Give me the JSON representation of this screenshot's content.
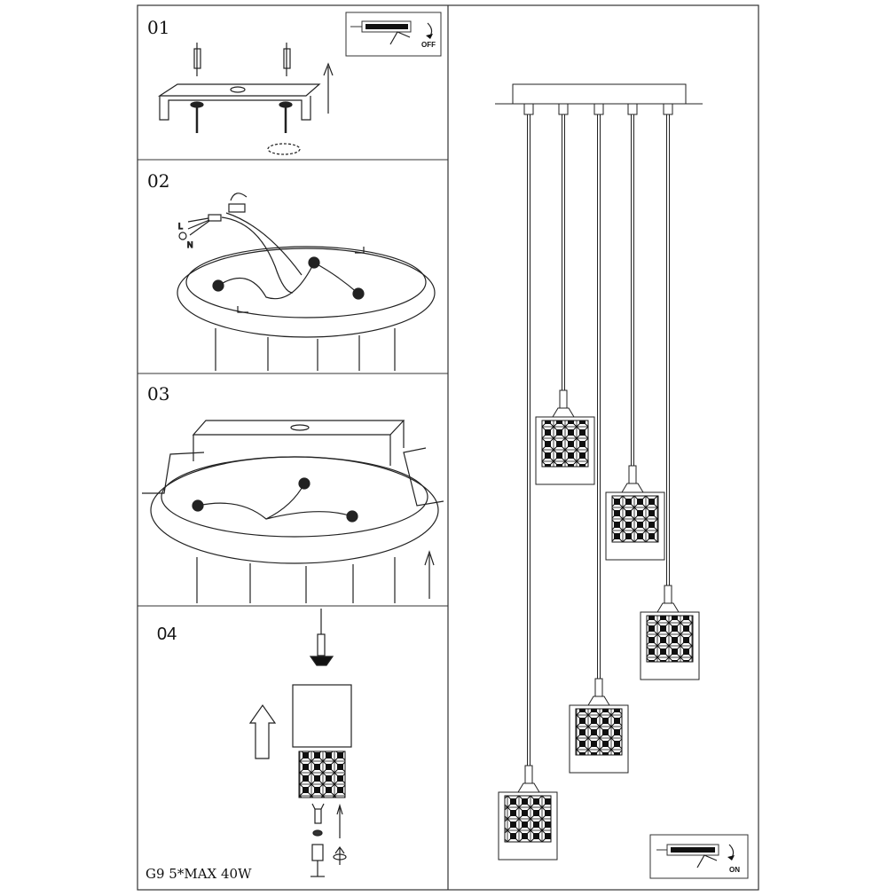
{
  "steps": [
    {
      "number": "01"
    },
    {
      "number": "02",
      "wire_labels": {
        "live": "L",
        "neutral": "N"
      }
    },
    {
      "number": "03"
    },
    {
      "number": "04"
    }
  ],
  "switch_off_label": "OFF",
  "switch_on_label": "ON",
  "spec_text": "G9 5*MAX 40W",
  "pendant_count": 5
}
